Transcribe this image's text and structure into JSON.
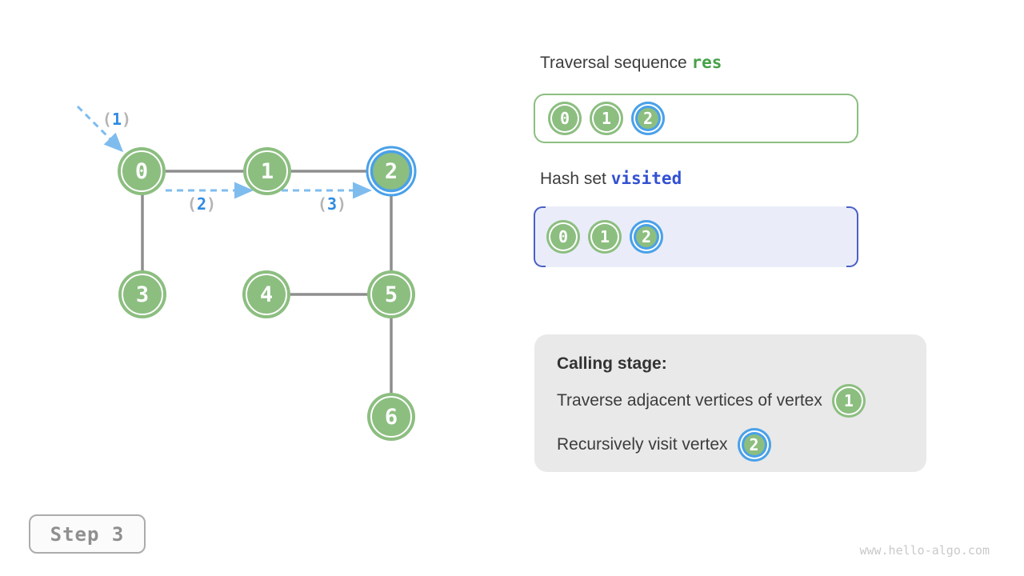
{
  "graph": {
    "nodes": [
      {
        "label": "0",
        "highlighted": false
      },
      {
        "label": "1",
        "highlighted": false
      },
      {
        "label": "2",
        "highlighted": true
      },
      {
        "label": "3",
        "highlighted": false
      },
      {
        "label": "4",
        "highlighted": false
      },
      {
        "label": "5",
        "highlighted": false
      },
      {
        "label": "6",
        "highlighted": false
      }
    ],
    "edges": [
      [
        "0",
        "1"
      ],
      [
        "1",
        "2"
      ],
      [
        "0",
        "3"
      ],
      [
        "2",
        "5"
      ],
      [
        "4",
        "5"
      ],
      [
        "5",
        "6"
      ]
    ],
    "arrow_labels": [
      {
        "open": "(",
        "num": "1",
        "close": ")"
      },
      {
        "open": "(",
        "num": "2",
        "close": ")"
      },
      {
        "open": "(",
        "num": "3",
        "close": ")"
      }
    ]
  },
  "panels": {
    "traversal": {
      "title": "Traversal sequence",
      "code": "res",
      "items": [
        {
          "label": "0",
          "highlighted": false
        },
        {
          "label": "1",
          "highlighted": false
        },
        {
          "label": "2",
          "highlighted": true
        }
      ]
    },
    "hashset": {
      "title": "Hash set",
      "code": "visited",
      "items": [
        {
          "label": "0",
          "highlighted": false
        },
        {
          "label": "1",
          "highlighted": false
        },
        {
          "label": "2",
          "highlighted": true
        }
      ]
    },
    "calling": {
      "heading": "Calling stage:",
      "lines": [
        {
          "text": "Traverse adjacent vertices of vertex",
          "node": "1",
          "node_highlighted": false
        },
        {
          "text": "Recursively visit vertex",
          "node": "2",
          "node_highlighted": true
        }
      ]
    }
  },
  "footer": {
    "step_label": "Step 3",
    "watermark": "www.hello-algo.com"
  },
  "colors": {
    "node_green": "#8cbe80",
    "highlight_blue": "#49a1e9",
    "dashed_arrow_blue": "#7fbcee",
    "arrow_label_blue": "#2e8be2",
    "edge_gray": "#8e8e8e",
    "res_green": "#45a247",
    "visited_blue": "#3351d2",
    "hashset_bg": "#eaedf9",
    "hashset_bracket": "#4c5fc6",
    "calling_bg": "#e9e9e9"
  }
}
